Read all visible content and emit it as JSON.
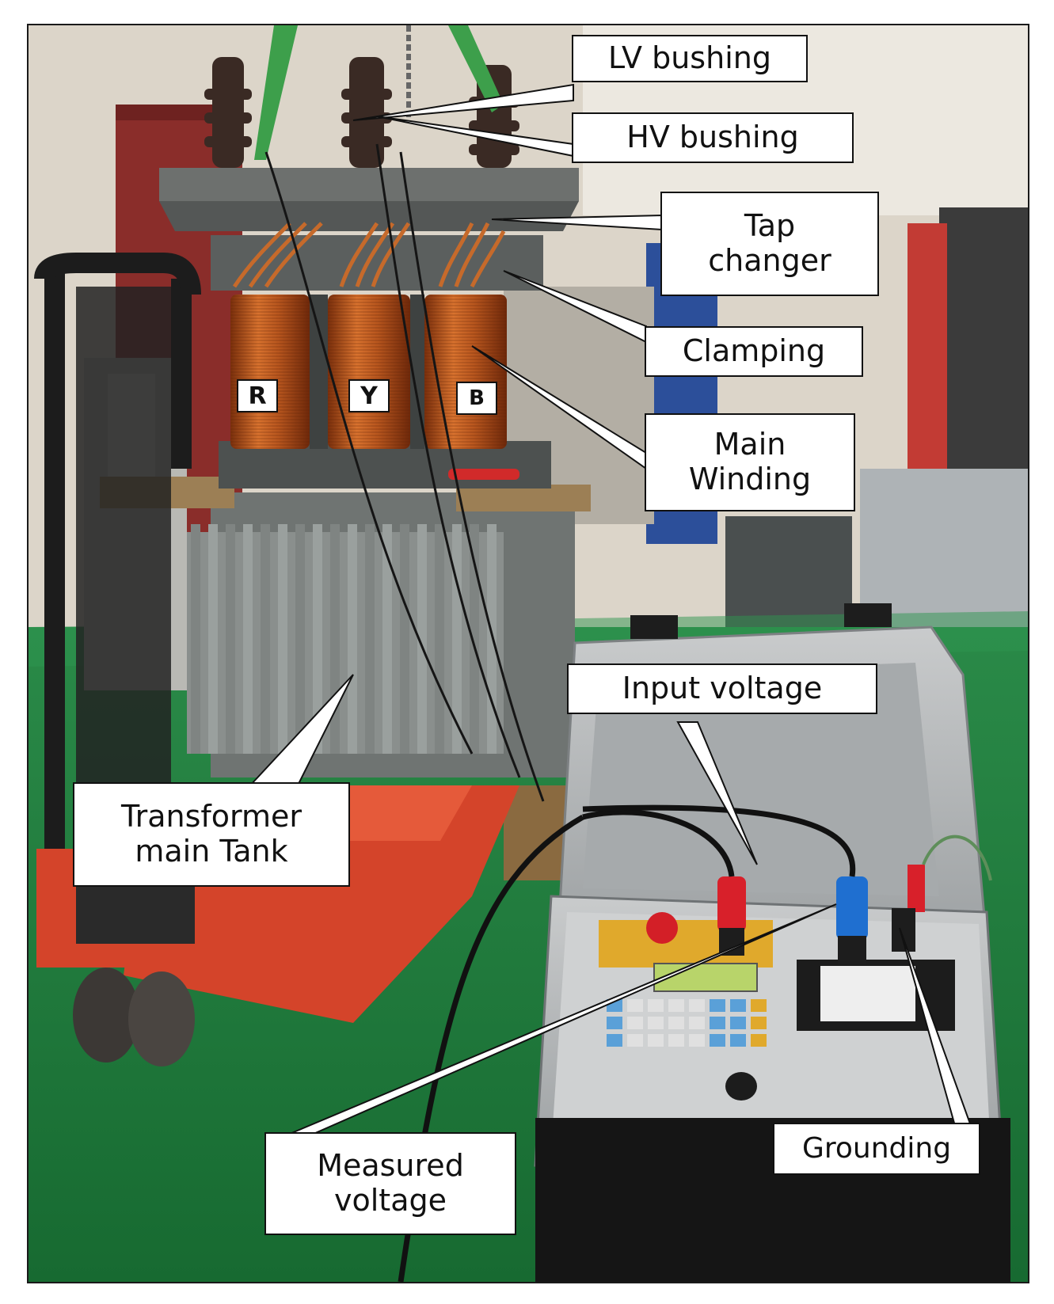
{
  "figure": {
    "phases": [
      "R",
      "Y",
      "B"
    ],
    "callouts": {
      "lv_bushing": "LV bushing",
      "hv_bushing": "HV bushing",
      "tap_changer": [
        "Tap",
        "changer"
      ],
      "clamping": "Clamping",
      "main_winding": [
        "Main",
        "Winding"
      ],
      "input_voltage": "Input voltage",
      "transformer_tank": [
        "Transformer",
        "main Tank"
      ],
      "measured_voltage": [
        "Measured",
        "voltage"
      ],
      "grounding": "Grounding"
    }
  },
  "colors": {
    "floor": "#1f7a3c",
    "wall": "#d9d2c6",
    "copper_winding": "#b5561f",
    "transformer_grey": "#7b807e",
    "pallet_jack": "#d4442a",
    "instrument_case": "#b9bcbd",
    "red_connector": "#d8202a",
    "blue_connector": "#1f6fd0"
  }
}
